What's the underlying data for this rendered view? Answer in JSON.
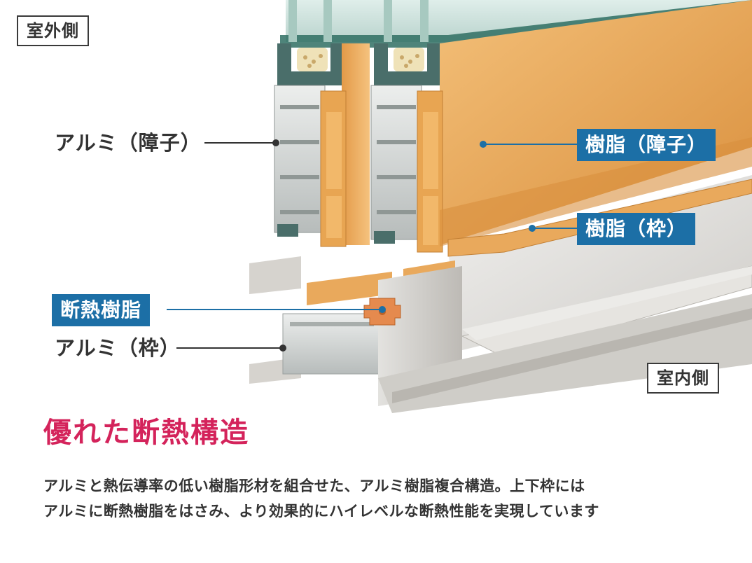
{
  "diagram": {
    "outside_label": "室外側",
    "inside_label": "室内側",
    "labels": {
      "alumi_shoji": "アルミ（障子）",
      "alumi_waku": "アルミ（枠）",
      "jushi_shoji": "樹脂（障子）",
      "jushi_waku": "樹脂（枠）",
      "dannetsu_jushi": "断熱樹脂"
    }
  },
  "headline": "優れた断熱構造",
  "description": {
    "line1": "アルミと熱伝導率の低い樹脂形材を組合せた、アルミ樹脂複合構造。上下枠には",
    "line2": "アルミに断熱樹脂をはさみ、より効果的にハイレベルな断熱性能を実現しています"
  },
  "colors": {
    "accent_red": "#d4235b",
    "label_blue": "#1c6fa6",
    "resin_orange": "#e9a95c",
    "insulation_orange": "#e58a4e",
    "aluminum": "#c9cccb"
  }
}
